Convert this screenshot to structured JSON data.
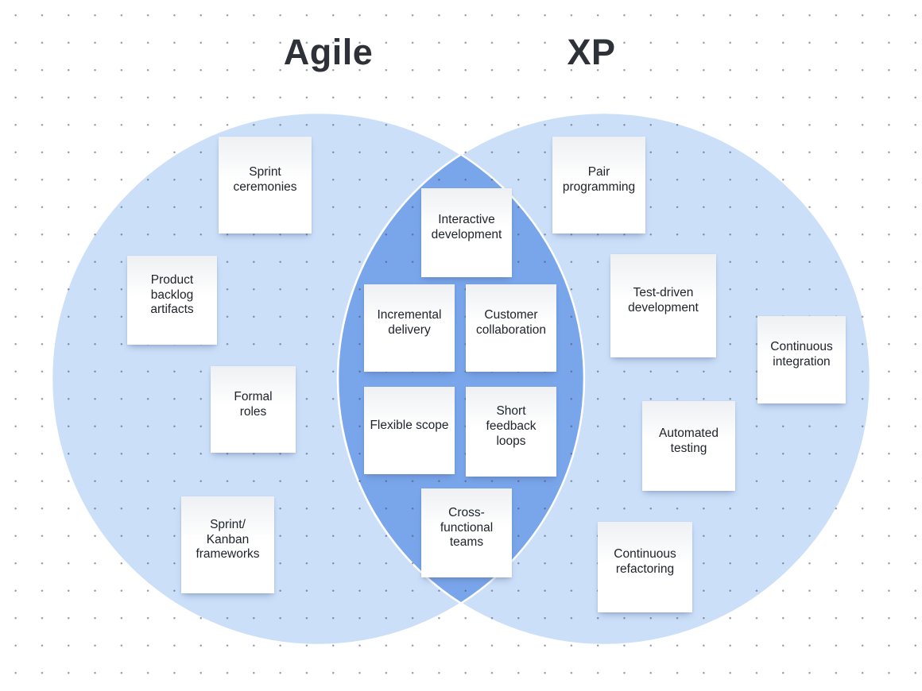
{
  "titles": {
    "left": "Agile",
    "right": "XP"
  },
  "venn": {
    "circle_fill": "#cbdff9",
    "intersection_fill": "#79a5eb",
    "outline_color": "#ffffff"
  },
  "notes": [
    {
      "id": "sprint-ceremonies",
      "region": "agile",
      "label": "Sprint\nceremonies"
    },
    {
      "id": "product-backlog-artifacts",
      "region": "agile",
      "label": "Product\nbacklog\nartifacts"
    },
    {
      "id": "formal-roles",
      "region": "agile",
      "label": "Formal\nroles"
    },
    {
      "id": "sprint-kanban-frameworks",
      "region": "agile",
      "label": "Sprint/\nKanban\nframeworks"
    },
    {
      "id": "interactive-development",
      "region": "both",
      "label": "Interactive\ndevelopment"
    },
    {
      "id": "incremental-delivery",
      "region": "both",
      "label": "Incremental\ndelivery"
    },
    {
      "id": "customer-collaboration",
      "region": "both",
      "label": "Customer\ncollaboration"
    },
    {
      "id": "flexible-scope",
      "region": "both",
      "label": "Flexible scope"
    },
    {
      "id": "short-feedback-loops",
      "region": "both",
      "label": "Short\nfeedback\nloops"
    },
    {
      "id": "cross-functional-teams",
      "region": "both",
      "label": "Cross-\nfunctional\nteams"
    },
    {
      "id": "pair-programming",
      "region": "xp",
      "label": "Pair\nprogramming"
    },
    {
      "id": "test-driven-development",
      "region": "xp",
      "label": "Test-driven\ndevelopment"
    },
    {
      "id": "continuous-integration",
      "region": "xp",
      "label": "Continuous\nintegration"
    },
    {
      "id": "automated-testing",
      "region": "xp",
      "label": "Automated\ntesting"
    },
    {
      "id": "continuous-refactoring",
      "region": "xp",
      "label": "Continuous\nrefactoring"
    }
  ]
}
